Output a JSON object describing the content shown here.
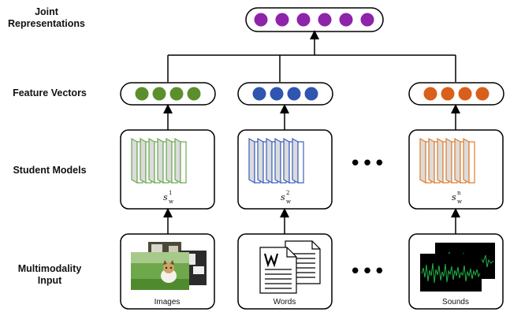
{
  "row_labels": {
    "joint": [
      "Joint",
      "Representations"
    ],
    "features": "Feature Vectors",
    "students": "Student Models",
    "input": [
      "Multimodality",
      "Input"
    ]
  },
  "joint_nodes": {
    "count": 6,
    "color": "#8e24aa"
  },
  "modalities": [
    {
      "id": "images",
      "feature_color": "#5b8f2e",
      "model_color": "#6aa84f",
      "symbol": "s",
      "sub": "w",
      "sup": "1",
      "caption": "Images",
      "icon": "photo-collage-icon"
    },
    {
      "id": "words",
      "feature_color": "#2f55b0",
      "model_color": "#3a5fbf",
      "symbol": "s",
      "sub": "w",
      "sup": "2",
      "caption": "Words",
      "icon": "word-document-icon"
    },
    {
      "id": "sounds",
      "feature_color": "#d8601a",
      "model_color": "#e07b2b",
      "symbol": "s",
      "sub": "w",
      "sup": "n",
      "caption": "Sounds",
      "icon": "waveform-icon"
    }
  ],
  "ellipsis": "•••"
}
